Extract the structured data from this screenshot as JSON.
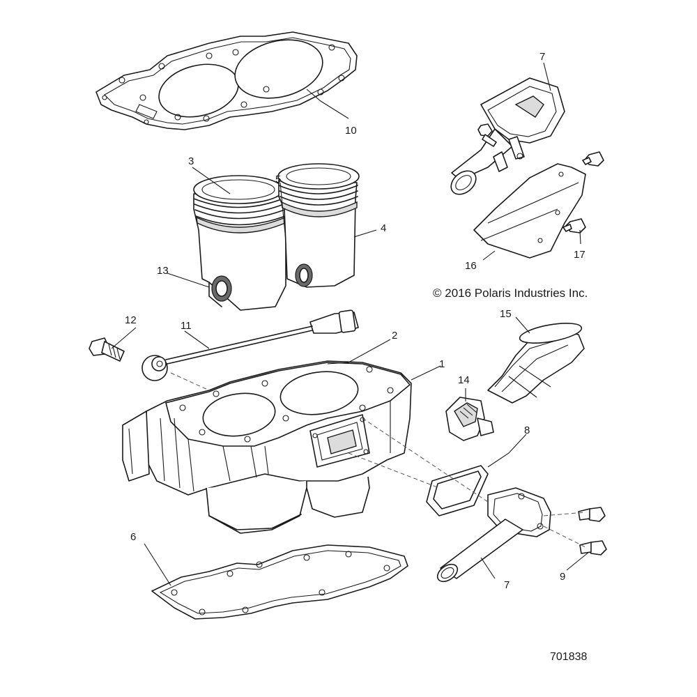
{
  "callouts": [
    "1",
    "2",
    "3",
    "4",
    "5",
    "6",
    "7",
    "7",
    "8",
    "9",
    "10",
    "11",
    "12",
    "13",
    "14",
    "15",
    "16",
    "17"
  ],
  "copyright": "© 2016 Polaris Industries Inc.",
  "part_number": "701838"
}
